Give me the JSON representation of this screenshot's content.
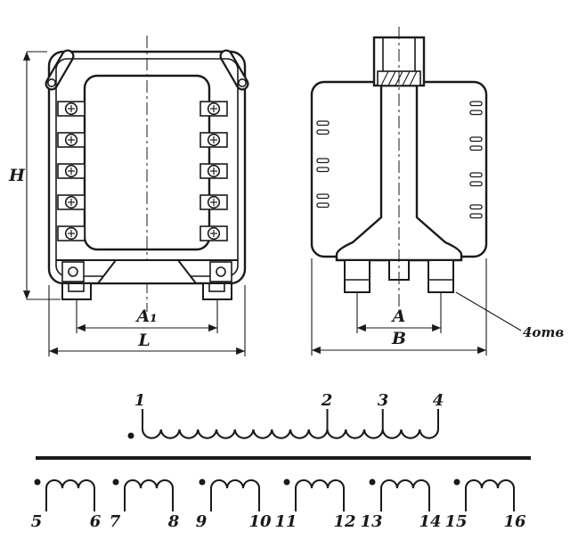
{
  "drawing": {
    "front_view": {
      "dim_h": "H",
      "dim_a1": "A₁",
      "dim_l": "L"
    },
    "side_view": {
      "dim_a": "A",
      "dim_b": "B",
      "holes_note": "4отв"
    },
    "schematic": {
      "primary_terminals": [
        "1",
        "2",
        "3",
        "4"
      ],
      "secondary_terminals": [
        "5",
        "6",
        "7",
        "8",
        "9",
        "10",
        "11",
        "12",
        "13",
        "14",
        "15",
        "16"
      ]
    }
  },
  "colors": {
    "ink": "#1a1a1a",
    "paper": "#ffffff"
  }
}
